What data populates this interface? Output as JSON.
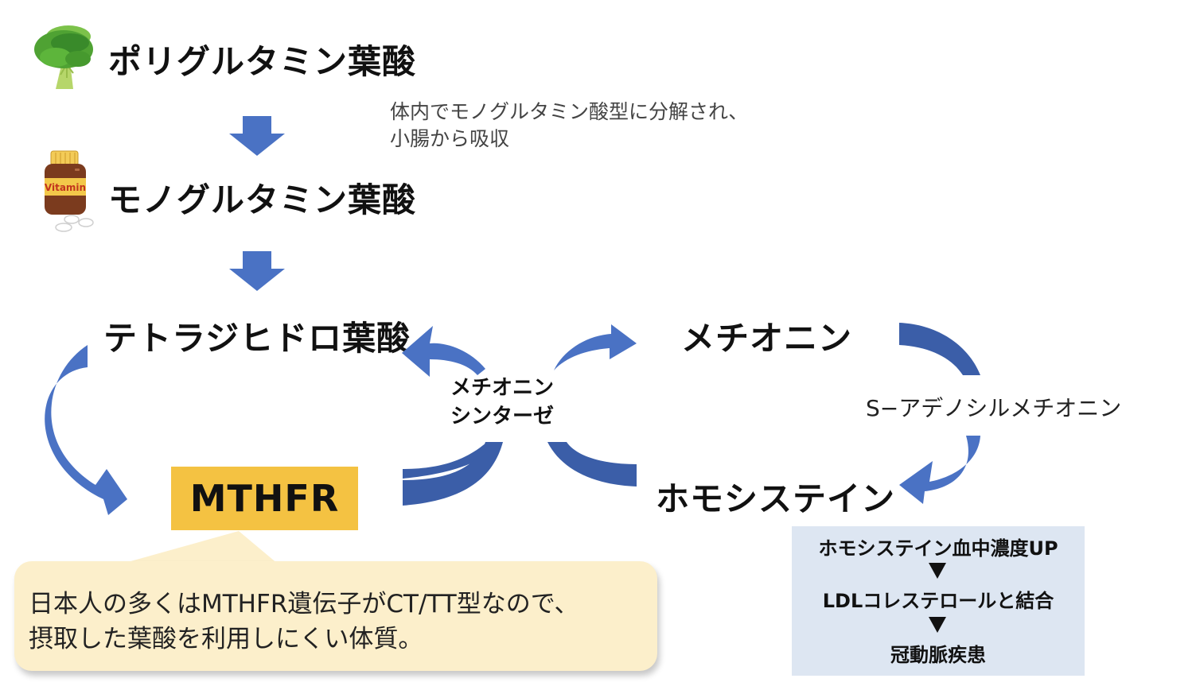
{
  "diagram": {
    "nodes": {
      "polyglutamate_folate": "ポリグルタミン葉酸",
      "monoglutamate_folate": "モノグルタミン葉酸",
      "tetrahydrofolate": "テトラジヒドロ葉酸",
      "methionine": "メチオニン",
      "homocysteine": "ホモシステイン",
      "mthfr": "MTHFR"
    },
    "notes": {
      "absorption_line1": "体内でモノグルタミン酸型に分解され、",
      "absorption_line2": "小腸から吸収"
    },
    "enzyme": {
      "line1": "メチオニン",
      "line2": "シンターゼ"
    },
    "sam_label": "S−アデノシルメチオニン",
    "callout": {
      "line1": "日本人の多くはMTHFR遺伝子がCT/TT型なので、",
      "line2": "摂取した葉酸を利用しにくい体質。"
    },
    "risk_chain": {
      "steps": [
        "ホモシステイン血中濃度UP",
        "LDLコレステロールと結合",
        "冠動脈疾患"
      ],
      "separator_icon": "down-triangle-icon"
    },
    "icons": {
      "food": "broccoli-icon",
      "supplement": "vitamin-bottle-icon",
      "vitamin_label": "Vitamin"
    },
    "colors": {
      "arrow": "#4a72c4",
      "arrow_dark": "#3b5ea8",
      "mthfr_box": "#f4c242",
      "callout_bg": "#fcefcb",
      "risk_box_bg": "#dde6f2"
    }
  }
}
